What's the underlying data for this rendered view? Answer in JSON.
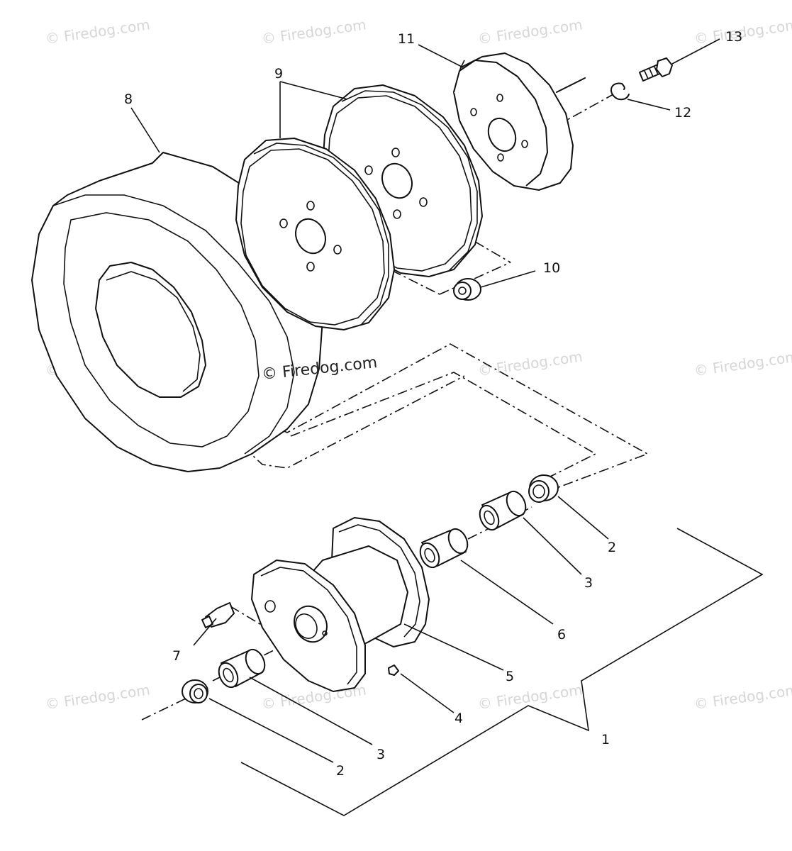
{
  "watermark_text": "© Firedog.com",
  "center_watermark": "© Firedog.com",
  "callouts": {
    "c1": "1",
    "c2a": "2",
    "c2b": "2",
    "c3a": "3",
    "c3b": "3",
    "c4": "4",
    "c5": "5",
    "c6": "6",
    "c7": "7",
    "c8": "8",
    "c9": "9",
    "c10": "10",
    "c11": "11",
    "c12": "12",
    "c13": "13"
  }
}
